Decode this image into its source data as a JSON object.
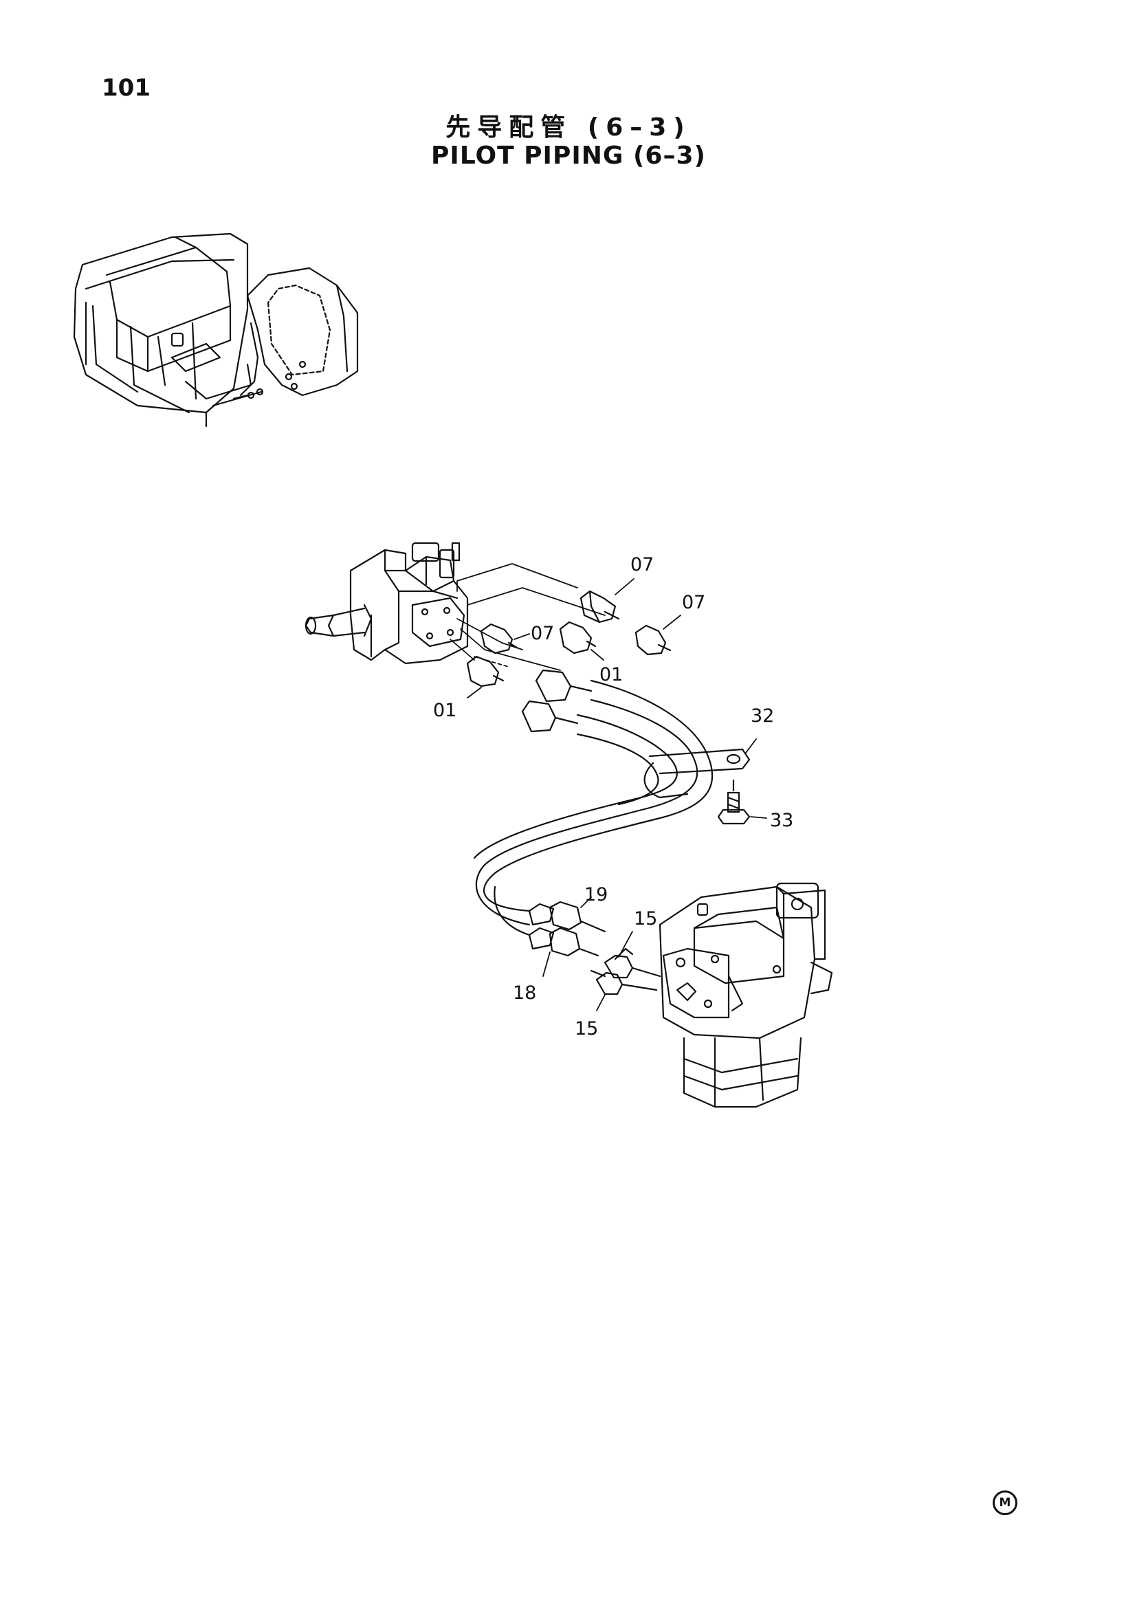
{
  "header": {
    "page_number": "101",
    "title_cn": "先导配管 (6–3)",
    "title_en": "PILOT PIPING (6–3)"
  },
  "callouts": {
    "c07a": "07",
    "c07b": "07",
    "c07c": "07",
    "c01a": "01",
    "c01b": "01",
    "c32": "32",
    "c33": "33",
    "c19": "19",
    "c15a": "15",
    "c18": "18",
    "c15b": "15"
  },
  "footer_mark": "M"
}
